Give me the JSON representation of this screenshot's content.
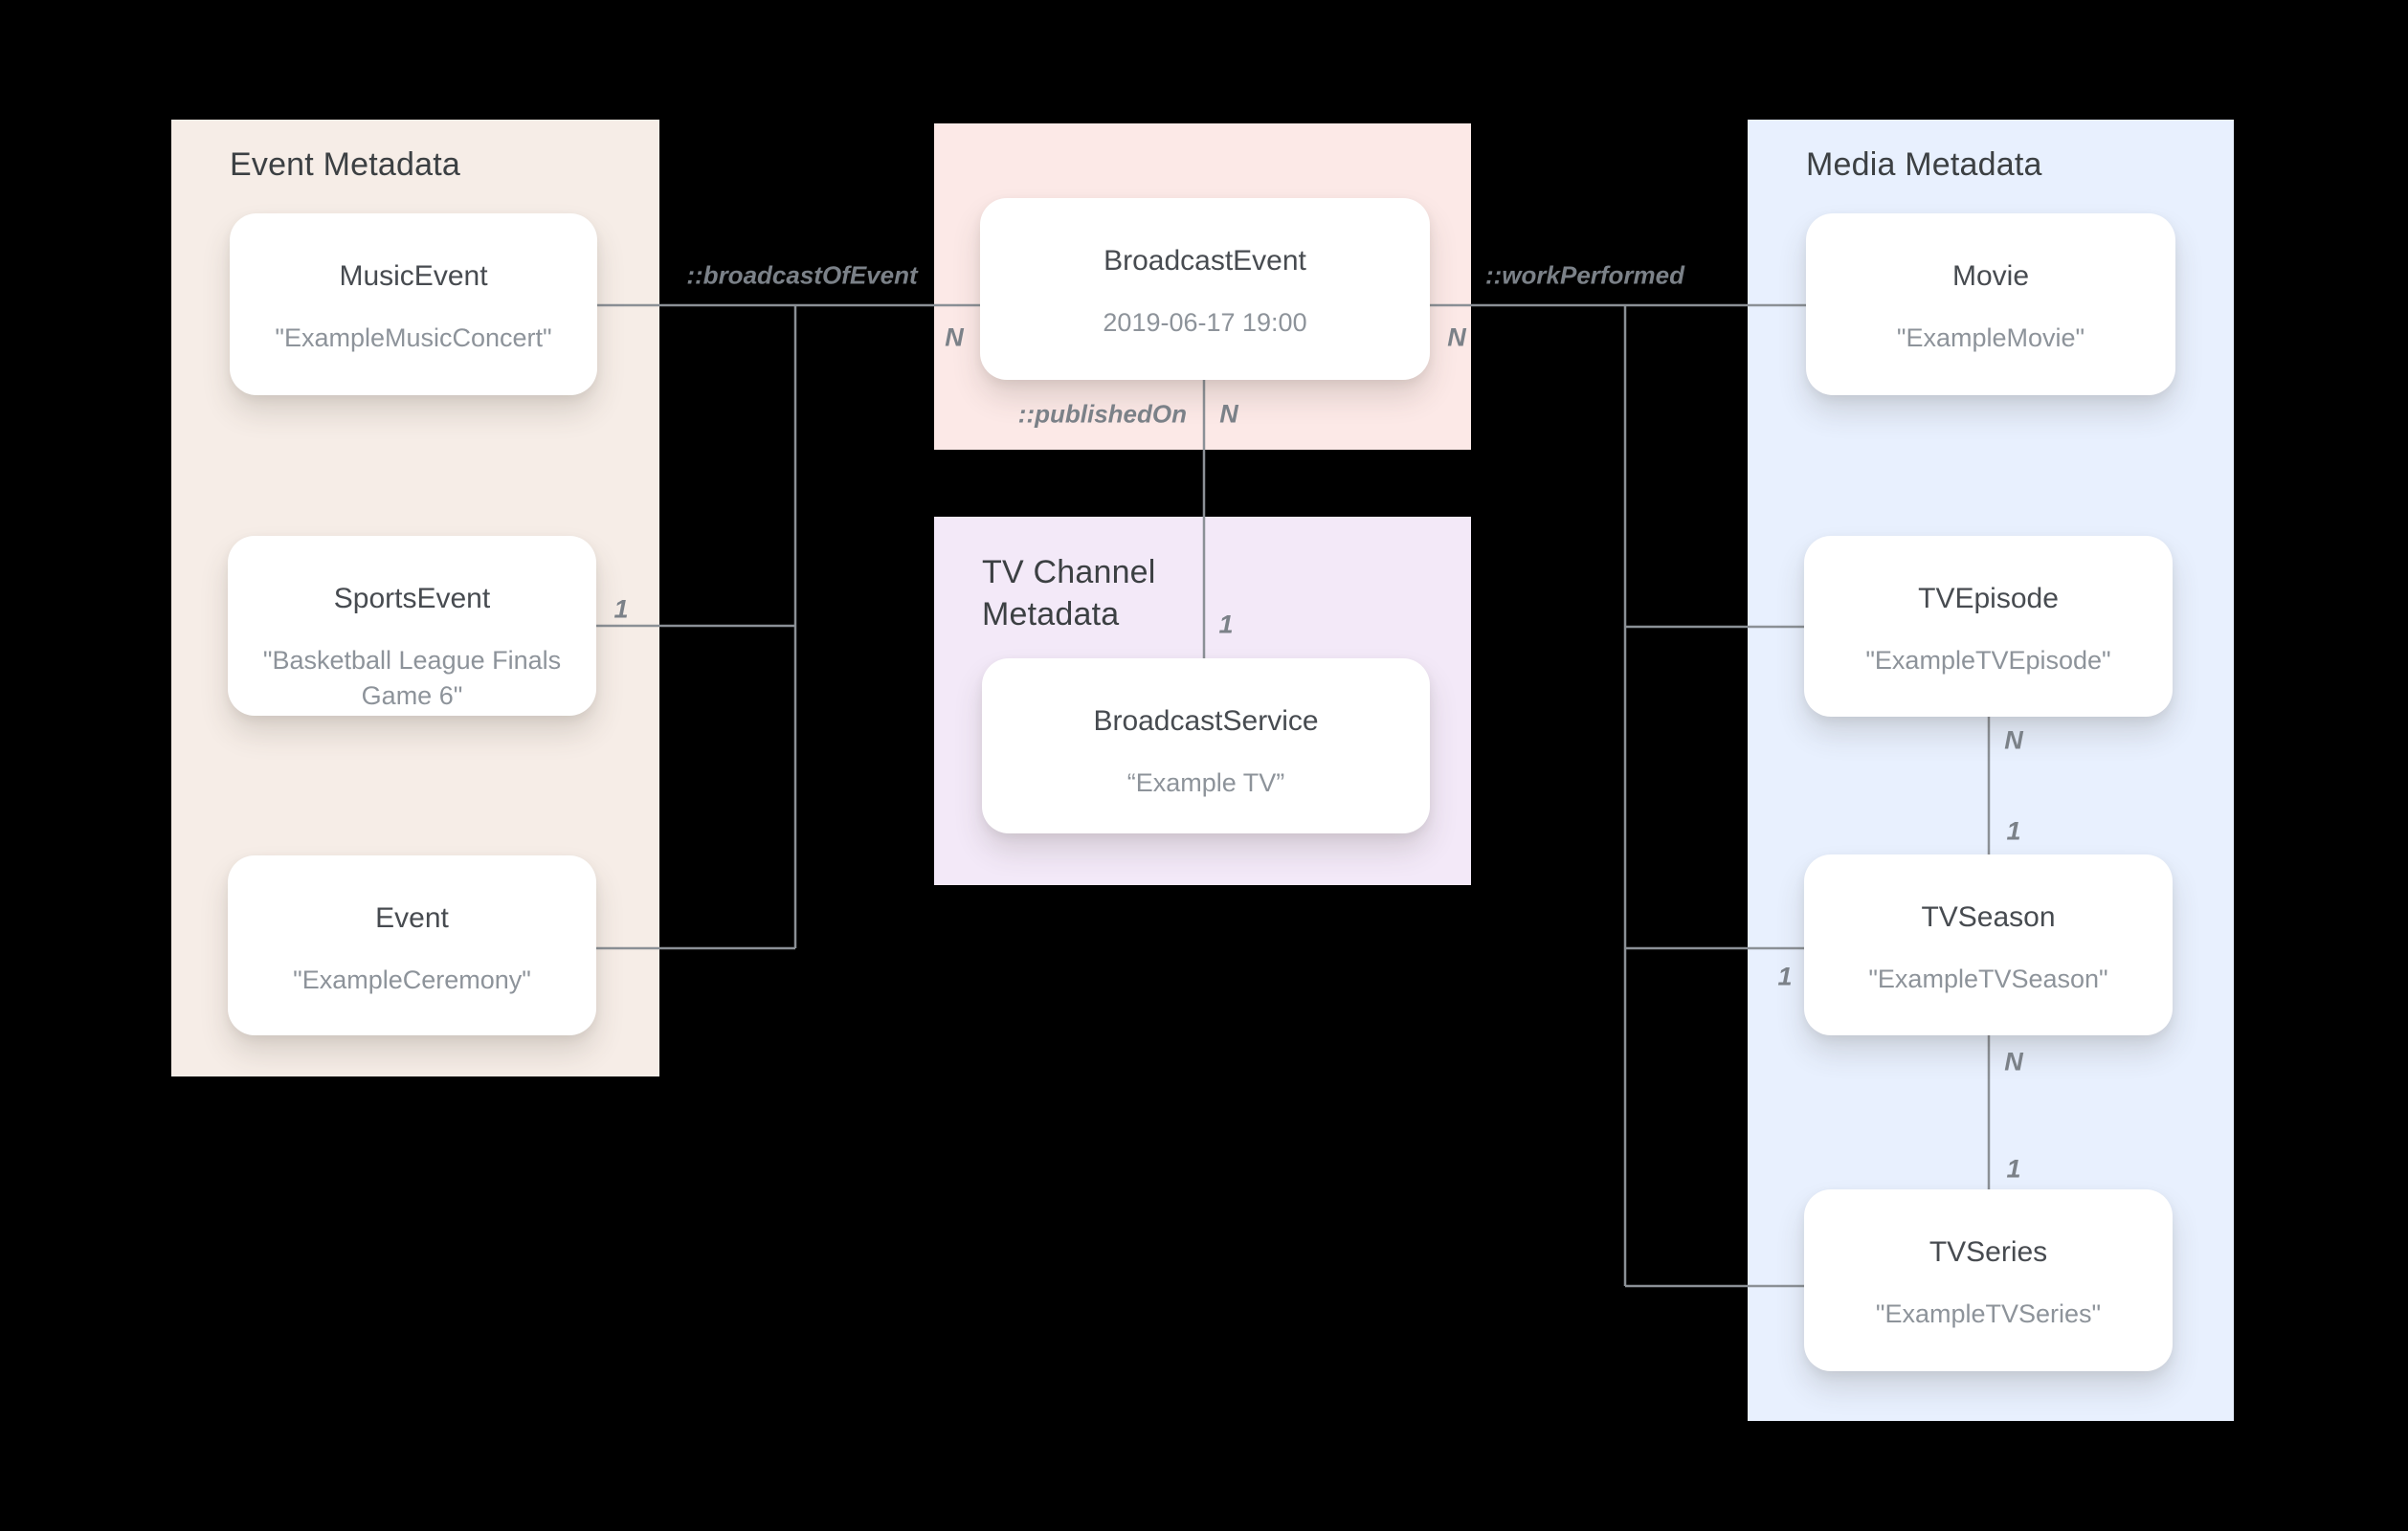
{
  "diagram": {
    "colors": {
      "background": "#000000",
      "event_panel": "#f6ede7",
      "broadcast_panel": "#fce9e7",
      "tv_channel_panel": "#f3e9f8",
      "media_panel": "#e8f0fe",
      "line": "#8b9096"
    },
    "panels": {
      "event_metadata": {
        "title": "Event Metadata"
      },
      "tv_channel_metadata": {
        "title": "TV Channel Metadata"
      },
      "media_metadata": {
        "title": "Media Metadata"
      }
    },
    "nodes": {
      "music_event": {
        "name": "MusicEvent",
        "value": "\"ExampleMusicConcert\""
      },
      "sports_event": {
        "name": "SportsEvent",
        "value": "\"Basketball League Finals Game 6\""
      },
      "event": {
        "name": "Event",
        "value": "\"ExampleCeremony\""
      },
      "broadcast_event": {
        "name": "BroadcastEvent",
        "value": "2019-06-17 19:00"
      },
      "broadcast_service": {
        "name": "BroadcastService",
        "value": "“Example TV”"
      },
      "movie": {
        "name": "Movie",
        "value": "\"ExampleMovie\""
      },
      "tv_episode": {
        "name": "TVEpisode",
        "value": "\"ExampleTVEpisode\""
      },
      "tv_season": {
        "name": "TVSeason",
        "value": "\"ExampleTVSeason\""
      },
      "tv_series": {
        "name": "TVSeries",
        "value": "\"ExampleTVSeries\""
      }
    },
    "edge_labels": {
      "broadcast_of_event": "::broadcastOfEvent",
      "work_performed": "::workPerformed",
      "published_on": "::publishedOn"
    },
    "cardinalities": {
      "n_broadcast_left": "N",
      "n_broadcast_right": "N",
      "n_published_on": "N",
      "one_broadcast_service": "1",
      "one_sports_event": "1",
      "one_tv_season_left": "1",
      "n_tv_episode_bottom": "N",
      "one_tv_season_top": "1",
      "n_tv_season_bottom": "N",
      "one_tv_series_top": "1"
    }
  }
}
